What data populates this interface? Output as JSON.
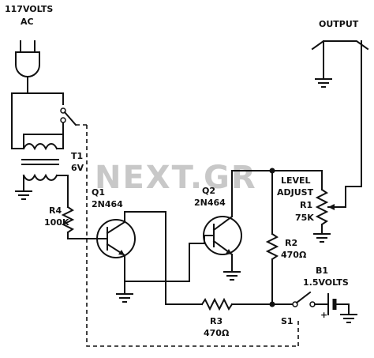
{
  "source": {
    "line1": "117VOLTS",
    "line2": "AC"
  },
  "transformer": {
    "ref": "T1",
    "value": "6V"
  },
  "q1": {
    "ref": "Q1",
    "part": "2N464"
  },
  "q2": {
    "ref": "Q2",
    "part": "2N464"
  },
  "r4": {
    "ref": "R4",
    "value": "100K"
  },
  "r3": {
    "ref": "R3",
    "value": "470Ω"
  },
  "r2": {
    "ref": "R2",
    "value": "470Ω"
  },
  "r1": {
    "ref": "R1",
    "value": "75K"
  },
  "level": {
    "line1": "LEVEL",
    "line2": "ADJUST"
  },
  "output": {
    "label": "OUTPUT"
  },
  "battery": {
    "ref": "B1",
    "value": "1.5VOLTS",
    "plus": "+"
  },
  "switch": {
    "ref": "S1"
  },
  "watermark": {
    "text": "NEXT.GR"
  }
}
